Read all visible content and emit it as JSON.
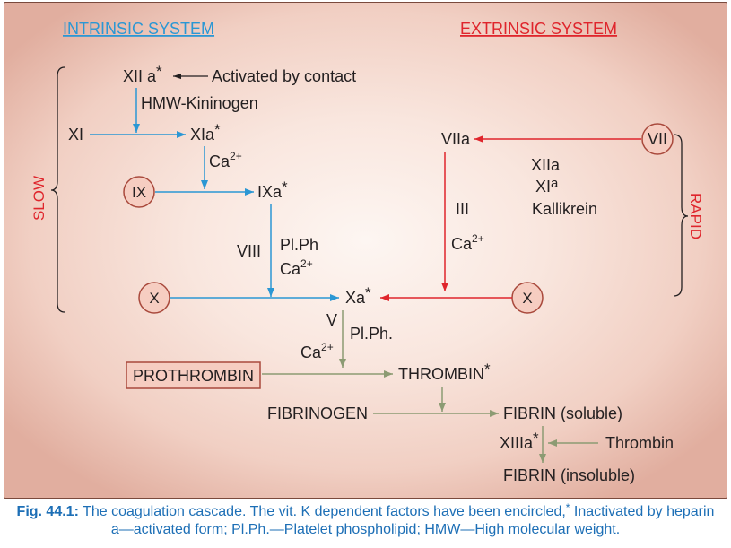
{
  "colors": {
    "intrinsic": "#2b97d4",
    "extrinsic": "#df252c",
    "common": "#8c9b73",
    "text": "#231f20",
    "caption": "#1d6fb6",
    "highlight_fill": "#f6cdc1",
    "highlight_stroke": "#a9493c"
  },
  "systems": {
    "intrinsic_title": "INTRINSIC SYSTEM",
    "extrinsic_title": "EXTRINSIC SYSTEM",
    "slow_label": "SLOW",
    "rapid_label": "RAPID"
  },
  "symbols": {
    "asterisk": "*",
    "calcium": "Ca",
    "calcium_charge": "2+"
  },
  "intrinsic": {
    "xiia": "XII a",
    "activator": "Activated by contact",
    "cofactor": "HMW-Kininogen",
    "xi": "XI",
    "xia": "XIa",
    "ix": "IX",
    "ixa": "IXa",
    "viii": "VIII",
    "phospholipid": "Pl.Ph",
    "x": "X"
  },
  "extrinsic": {
    "vii": "VII",
    "viia": "VIIa",
    "tissue_factor": "III",
    "activator_xiia": "XIIa",
    "activator_xi": "XI",
    "activator_xi_sup": "a",
    "activator_kallikrein": "Kallikrein",
    "x": "X"
  },
  "common": {
    "xa": "Xa",
    "v": "V",
    "phospholipid": "Pl.Ph.",
    "prothrombin": "PROTHROMBIN",
    "thrombin": "THROMBIN",
    "fibrinogen": "FIBRINOGEN",
    "fibrin_soluble": "FIBRIN (soluble)",
    "xiiia": "XIIIa",
    "thrombin_input": "Thrombin",
    "fibrin_insoluble": "FIBRIN (insoluble)"
  },
  "caption": {
    "label": "Fig. 44.1:",
    "text_1": "The coagulation cascade. The vit. K dependent factors have been encircled,",
    "asterisk": "*",
    "text_2": "Inactivated by heparin",
    "line_2": "a—activated form; Pl.Ph.—Platelet phospholipid; HMW—High molecular weight."
  }
}
